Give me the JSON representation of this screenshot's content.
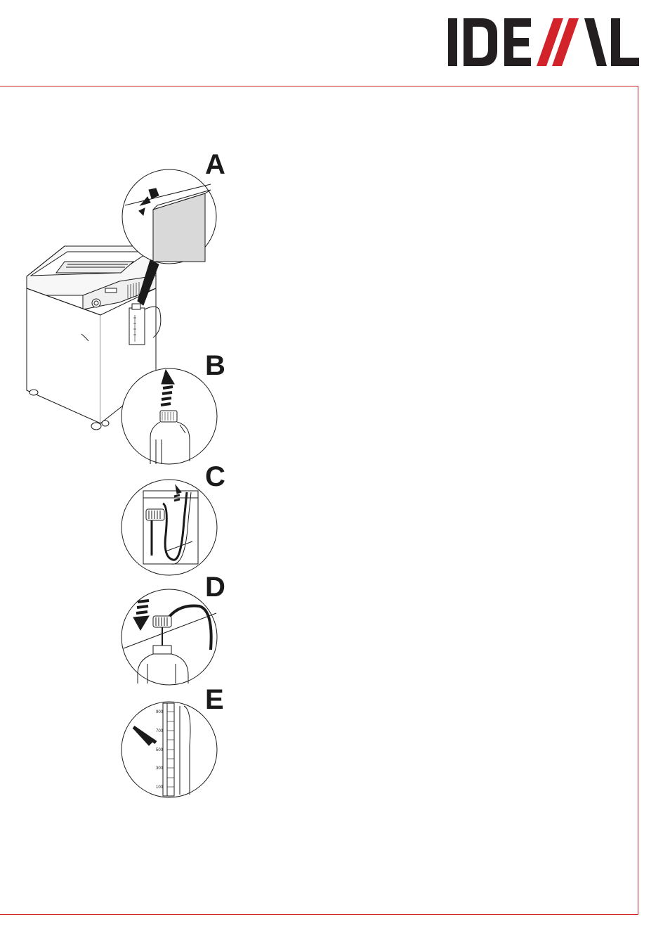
{
  "brand": {
    "logo_text": "IDEAL",
    "colors": {
      "text": "#231f20",
      "accent": "#d2232a",
      "frame": "#d2232a"
    }
  },
  "steps": [
    {
      "label": "A"
    },
    {
      "label": "B"
    },
    {
      "label": "C"
    },
    {
      "label": "D"
    },
    {
      "label": "E"
    }
  ],
  "bottle_scale": [
    "900",
    "700",
    "500",
    "300",
    "100"
  ],
  "icons": [
    "shredder-illustration",
    "lid-open-icon",
    "cap-remove-icon",
    "tube-pull-icon",
    "cap-insert-icon",
    "fill-level-icon"
  ]
}
